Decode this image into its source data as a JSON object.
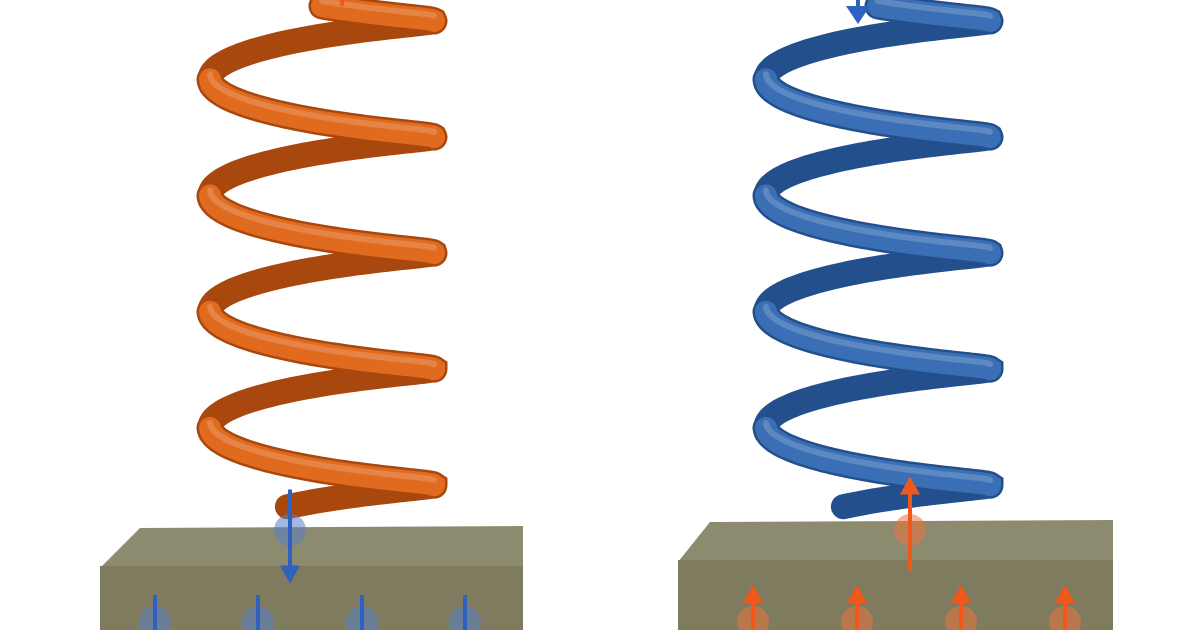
{
  "colors": {
    "background": "#ffffff",
    "orange_helix": "#e06a1e",
    "orange_helix_dark": "#a8470e",
    "blue_helix": "#3a6fb5",
    "blue_helix_dark": "#234f8c",
    "arrow_blue": "#2f62c0",
    "arrow_orange": "#f0581b",
    "block_top": "#8d8b6f",
    "block_front": "#7e7b5f",
    "block_right": "#6b6950",
    "spin_blue": "#5a7fc4",
    "spin_orange": "#e9753c"
  },
  "panels": [
    {
      "name": "left-panel",
      "helix_color_key": "orange",
      "interface_spin": "down",
      "substrate_spin": "down",
      "substrate_spin_count": 4
    },
    {
      "name": "right-panel",
      "helix_color_key": "blue",
      "interface_spin": "up",
      "substrate_spin": "up",
      "substrate_spin_count": 4
    }
  ]
}
